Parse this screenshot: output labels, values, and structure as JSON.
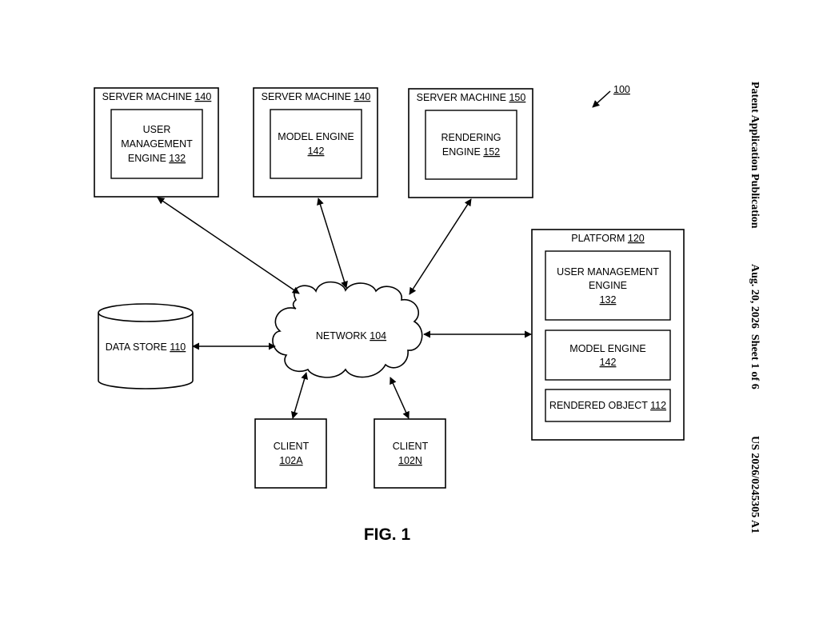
{
  "header": {
    "publication": "Patent Application Publication",
    "date_sheet": "Aug. 20, 2026  Sheet 1 of 6",
    "patent_number": "US 2026/0245305 A1"
  },
  "figure": {
    "caption": "FIG. 1",
    "system_ref": "100"
  },
  "server_a": {
    "title": "SERVER MACHINE",
    "title_ref": "140",
    "engine_lines": [
      "USER",
      "MANAGEMENT"
    ],
    "engine_last": "ENGINE",
    "engine_ref": "132"
  },
  "server_b": {
    "title": "SERVER MACHINE",
    "title_ref": "140",
    "engine_lines": [
      "MODEL ENGINE"
    ],
    "engine_ref": "142"
  },
  "server_c": {
    "title": "SERVER MACHINE",
    "title_ref": "150",
    "engine_lines": [
      "RENDERING"
    ],
    "engine_last": "ENGINE",
    "engine_ref": "152"
  },
  "network": {
    "label": "NETWORK",
    "ref": "104"
  },
  "data_store": {
    "label": "DATA STORE",
    "ref": "110"
  },
  "platform": {
    "title": "PLATFORM",
    "title_ref": "120",
    "user_mgmt_lines": [
      "USER MANAGEMENT",
      "ENGINE"
    ],
    "user_mgmt_ref": "132",
    "model_engine": "MODEL ENGINE",
    "model_engine_ref": "142",
    "rendered_object": "RENDERED OBJECT",
    "rendered_object_ref": "112"
  },
  "client_a": {
    "label": "CLIENT",
    "ref": "102A"
  },
  "client_n": {
    "label": "CLIENT",
    "ref": "102N"
  }
}
